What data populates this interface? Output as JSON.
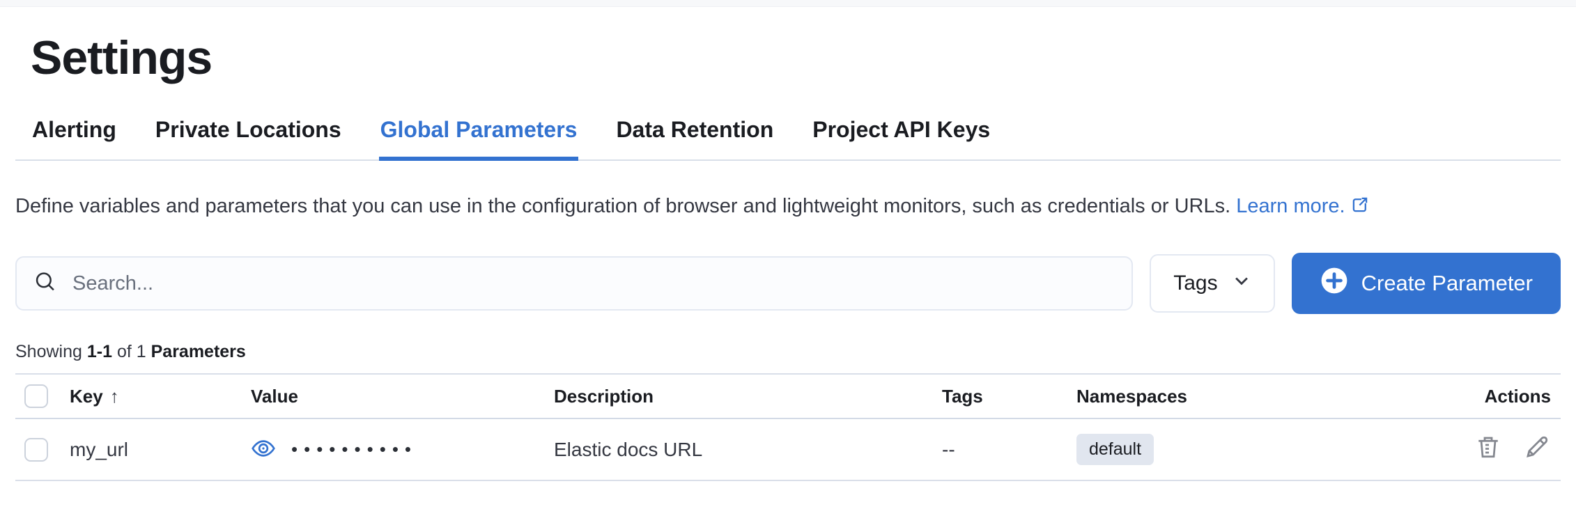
{
  "colors": {
    "primary": "#3372d0",
    "heading": "#1a1c21",
    "text": "#343741",
    "muted": "#69707d",
    "divider": "#d9dfe9",
    "badge_bg": "#e1e6ef",
    "icon_gray": "#84878f"
  },
  "page": {
    "title": "Settings"
  },
  "tabs": [
    {
      "label": "Alerting"
    },
    {
      "label": "Private Locations"
    },
    {
      "label": "Global Parameters",
      "active": true
    },
    {
      "label": "Data Retention"
    },
    {
      "label": "Project API Keys"
    }
  ],
  "description": {
    "text": "Define variables and parameters that you can use in the configuration of browser and lightweight monitors, such as credentials or URLs.",
    "link_label": "Learn more."
  },
  "toolbar": {
    "search_placeholder": "Search...",
    "tags_label": "Tags",
    "create_label": "Create Parameter"
  },
  "summary": {
    "prefix": "Showing",
    "range": "1-1",
    "of": "of 1",
    "noun": "Parameters"
  },
  "table": {
    "headers": {
      "key": "Key",
      "value": "Value",
      "description": "Description",
      "tags": "Tags",
      "namespaces": "Namespaces",
      "actions": "Actions"
    },
    "sort": {
      "column": "Key",
      "direction": "ascending",
      "arrow": "↑"
    },
    "rows": [
      {
        "key": "my_url",
        "value_masked": "••••••••••",
        "description": "Elastic docs URL",
        "tags": "--",
        "namespace": "default"
      }
    ]
  }
}
